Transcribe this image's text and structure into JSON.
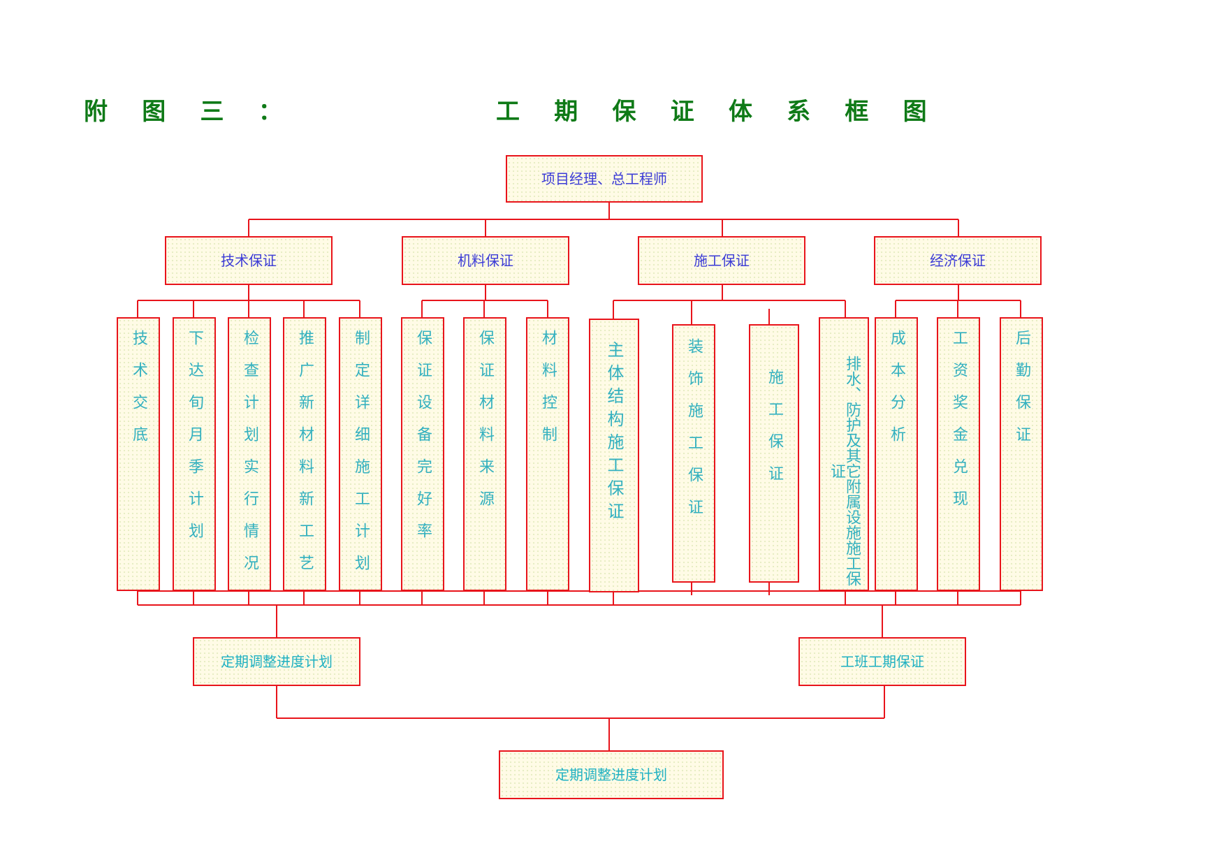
{
  "header": {
    "label": "附 图 三 ：",
    "title": "工 期 保 证 体 系 框 图"
  },
  "colors": {
    "heading": "#0f7a17",
    "line": "#e8141b",
    "box_text_blue": "#3b3bd6",
    "box_text_cyan": "#1fb1c2"
  },
  "chart": {
    "root": "项目经理、总工程师",
    "categories": [
      {
        "label": "技术保证",
        "items": [
          "技术交底",
          "下达旬月季计划",
          "检查计划实行情况",
          "推广新材料新工艺",
          "制定详细施工计划"
        ]
      },
      {
        "label": "机料保证",
        "items": [
          "保证设备完好率",
          "保证材料来源",
          "材料控制"
        ]
      },
      {
        "label": "施工保证",
        "items": [
          "主体结构施工保证",
          "装饰施工保证",
          "施工保证",
          "排水、防护及其它附属设施施工保证"
        ]
      },
      {
        "label": "经济保证",
        "items": [
          "成本分析",
          "工资奖金兑现",
          "后勤保证"
        ]
      }
    ],
    "outcome_left": "定期调整进度计划",
    "outcome_right": "工班工期保证",
    "final": "定期调整进度计划"
  }
}
